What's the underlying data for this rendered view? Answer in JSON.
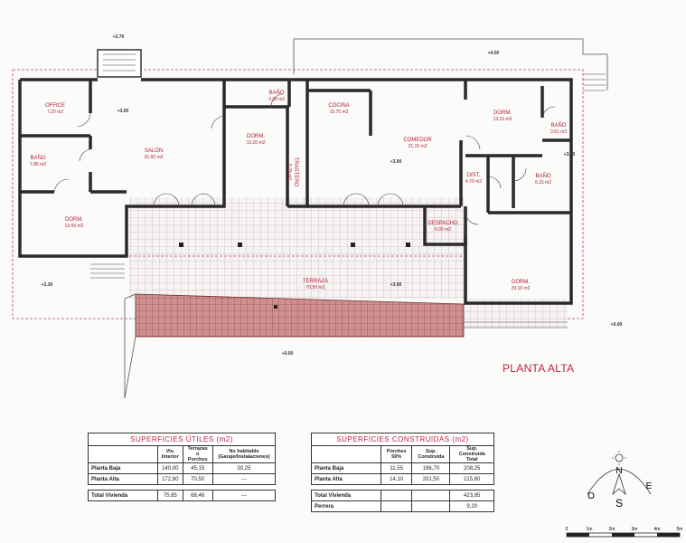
{
  "plan": {
    "title": "PLANTA ALTA",
    "levels": [
      "+2.70",
      "+4.50",
      "+3.00",
      "+3.00",
      "+3.00",
      "+2.30",
      "+3.00",
      "+0.00",
      "+0.00"
    ],
    "rooms": [
      {
        "name": "OFFICE",
        "area": "7.20 m2"
      },
      {
        "name": "BAÑO",
        "area": "7.86 m2"
      },
      {
        "name": "DORM.",
        "area": "13.69 m2"
      },
      {
        "name": "SALÓN",
        "area": "31.60 m2"
      },
      {
        "name": "BAÑO",
        "area": "3.39 m2"
      },
      {
        "name": "DORM.",
        "area": "13.20 m2"
      },
      {
        "name": "TRASTERO",
        "area": "5.29 m2"
      },
      {
        "name": "COCINA",
        "area": "15.75 m2"
      },
      {
        "name": "COMEDOR",
        "area": "21.15 m2"
      },
      {
        "name": "DESPACHO",
        "area": "6.00 m2"
      },
      {
        "name": "DORM.",
        "area": "13.15 m2"
      },
      {
        "name": "BAÑO",
        "area": "3.61 m2"
      },
      {
        "name": "DIST.",
        "area": "4.70 m2"
      },
      {
        "name": "BAÑO",
        "area": "6.15 m2"
      },
      {
        "name": "DORM.",
        "area": "29.10 m2"
      },
      {
        "name": "TERRAZA",
        "area": "70.50 m2"
      }
    ]
  },
  "tables": {
    "utiles": {
      "caption": "SUPERFICIES ÚTILES  (m2)",
      "headers": [
        "",
        "Viv. Interior",
        "Terrazas o Porches",
        "No habitable (Garaje/Instalaciones)"
      ],
      "rows": [
        [
          "Planta Baja",
          "140,00",
          "45,15",
          "30,25"
        ],
        [
          "Planta Alta",
          "172,80",
          "70,50",
          "---"
        ],
        [
          "Total Vivienda",
          "75,85",
          "68,46",
          "---"
        ]
      ]
    },
    "construidas": {
      "caption": "SUPERFICIES CONSTRUIDAS  (m2)",
      "headers": [
        "",
        "Porches 50%",
        "Sup. Construida",
        "Sup. Construida Total"
      ],
      "rows": [
        [
          "Planta Baja",
          "11,55",
          "196,70",
          "208,25"
        ],
        [
          "Planta Alta",
          "14,10",
          "201,50",
          "215,60"
        ],
        [
          "Total Vivienda",
          "",
          "",
          "423,85"
        ],
        [
          "Perrera",
          "",
          "",
          "9,20"
        ]
      ]
    }
  },
  "compass": {
    "n": "N",
    "s": "S",
    "e": "E",
    "o": "O"
  },
  "scale": {
    "ticks": [
      "0",
      "1m",
      "2m",
      "3m",
      "4m",
      "5m"
    ]
  }
}
